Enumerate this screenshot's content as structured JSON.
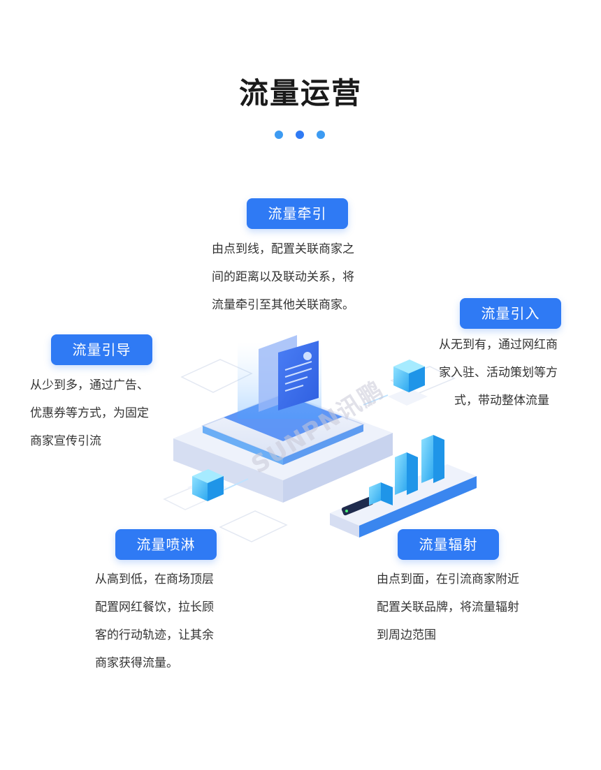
{
  "title": "流量运营",
  "accent_color": "#2f7af4",
  "dots": [
    "#3d9bf2",
    "#2f7af4",
    "#3d9bf2"
  ],
  "watermark": "SUNPN讯鹏",
  "sections": {
    "qianyin": {
      "label": "流量牵引",
      "lines": [
        "由点到线，配置关联商家之",
        "间的距离以及联动关系，将",
        "流量牵引至其他关联商家。"
      ]
    },
    "yinru": {
      "label": "流量引入",
      "lines": [
        "从无到有，通过网红商",
        "家入驻、活动策划等方",
        "式，带动整体流量"
      ]
    },
    "yindao": {
      "label": "流量引导",
      "lines": [
        "从少到多，通过广告、",
        "优惠券等方式，为固定",
        "商家宣传引流"
      ]
    },
    "penlin": {
      "label": "流量喷淋",
      "lines": [
        "从高到低，在商场顶层",
        "配置网红餐饮，拉长顾",
        "客的行动轨迹，让其余",
        "商家获得流量。"
      ]
    },
    "fushe": {
      "label": "流量辐射",
      "lines": [
        "由点到面，在引流商家附近",
        "配置关联品牌，将流量辐射",
        "到周边范围"
      ]
    }
  }
}
